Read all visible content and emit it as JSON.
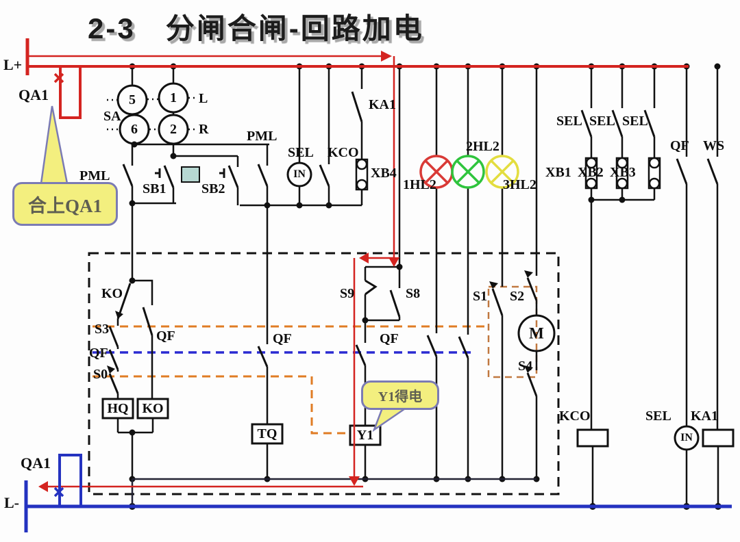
{
  "title": "2-3   分闸合闸-回路加电",
  "power": {
    "positive_rail": "L+",
    "negative_rail": "L-",
    "breaker_top": "QA1",
    "breaker_bottom": "QA1"
  },
  "callouts": {
    "close_breaker": "合上QA1",
    "y1_energized": "Y1得电"
  },
  "selector_sa": {
    "label": "SA",
    "pos5": "5",
    "pos6": "6",
    "pos1": "1",
    "pos2": "2",
    "left": "L",
    "right": "R"
  },
  "top_row": {
    "pml_left": "PML",
    "pml_top": "PML",
    "sb1": "SB1",
    "sb2": "SB2",
    "sel": "SEL",
    "kco": "KCO",
    "in": "IN",
    "ka1": "KA1",
    "xb4": "XB4"
  },
  "lamps": {
    "lamp1": "1HL2",
    "lamp2": "2HL2",
    "lamp3": "3HL2",
    "colors": {
      "lamp1": "#d93a36",
      "lamp2": "#2fc43d",
      "lamp3": "#e3dd3f"
    }
  },
  "right_top": {
    "sel1": "SEL",
    "sel2": "SEL",
    "sel3": "SEL",
    "xb1": "XB1",
    "xb2": "XB2",
    "xb3": "XB3",
    "qf": "QF",
    "ws": "WS"
  },
  "interlock": {
    "ko": "KO",
    "s3": "S3",
    "qf_left": "QF",
    "s0": "S0",
    "hq": "HQ",
    "ko_coil": "KO",
    "qf_mid": "QF",
    "tq": "TQ",
    "qf_tq": "QF",
    "s9": "S9",
    "s8": "S8",
    "qf_y1": "QF",
    "y1": "Y1",
    "s1": "S1",
    "s2": "S2",
    "s4": "S4",
    "m": "M"
  },
  "right_bottom": {
    "kco": "KCO",
    "sel": "SEL",
    "in": "IN",
    "ka1": "KA1"
  },
  "colors": {
    "flow_red": "#d42420",
    "bus_blue": "#2432c0",
    "wire_black": "#111111",
    "dash_orange": "#e07c24",
    "dash_blue": "#2a2ad2",
    "dash_tan": "#c07840",
    "callout_fill": "#f3ef7f",
    "callout_border": "#7b7bb4",
    "teal_block": "#b7d8d2"
  }
}
